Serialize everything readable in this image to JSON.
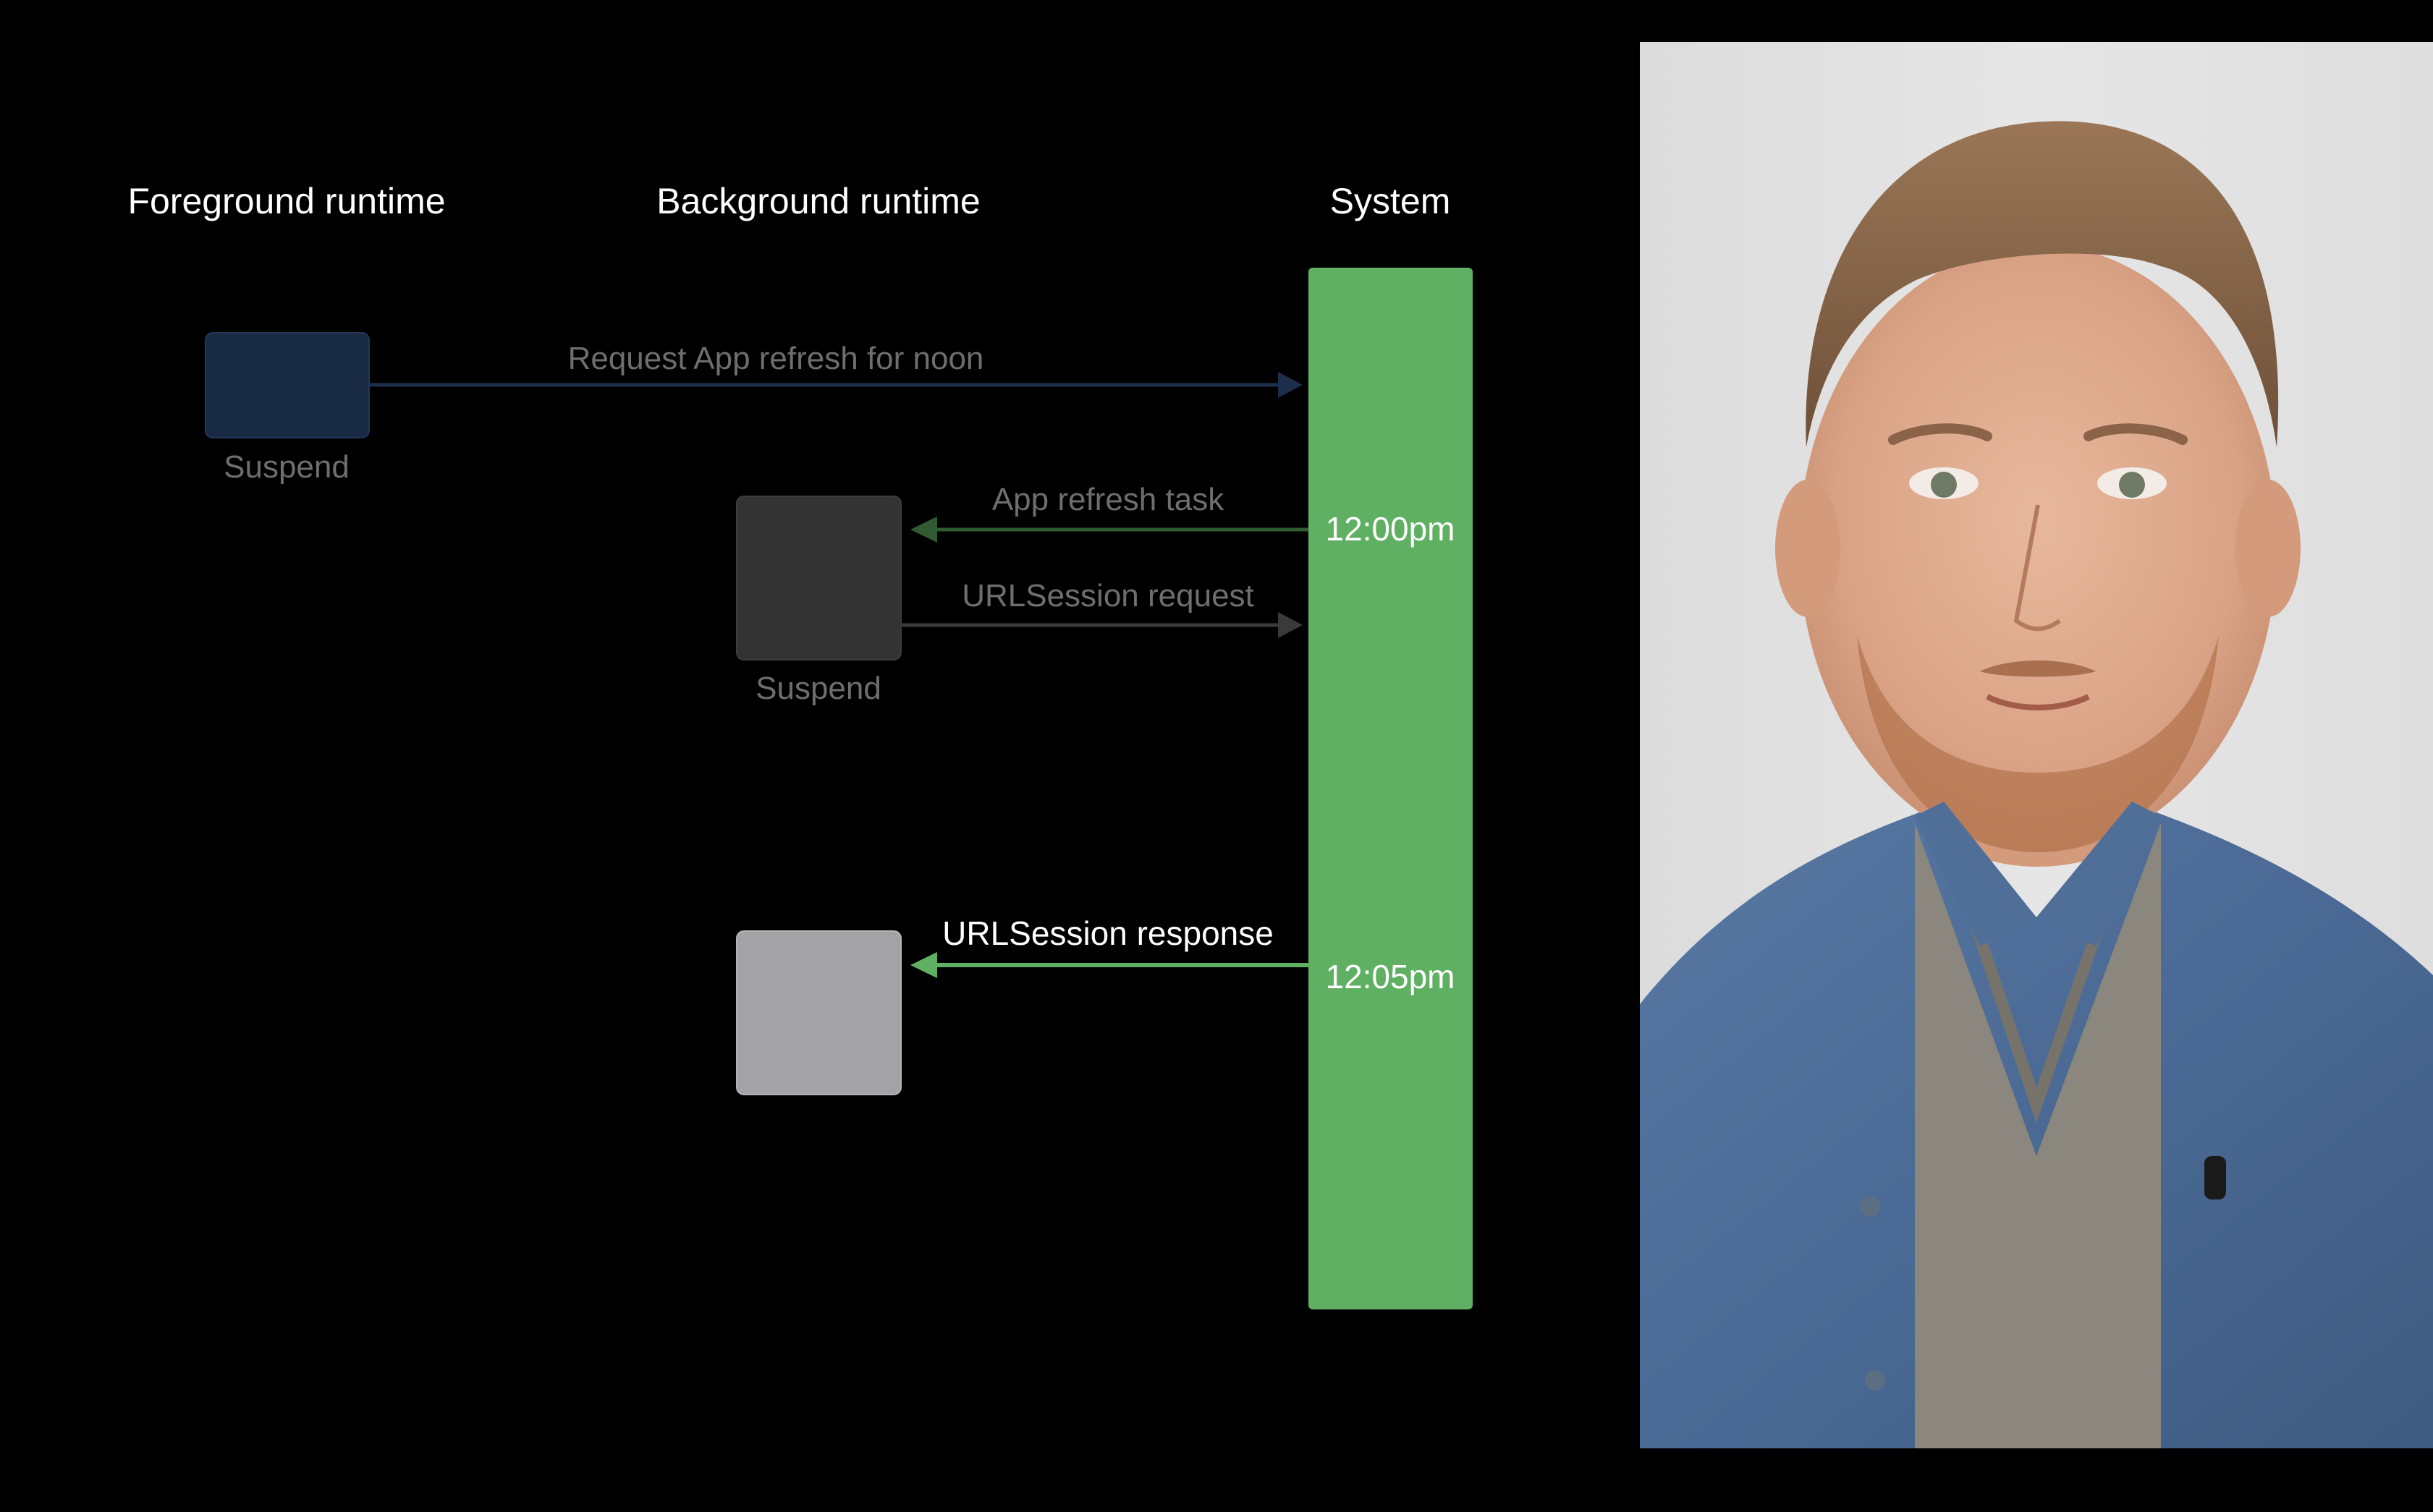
{
  "columns": {
    "foreground": "Foreground runtime",
    "background": "Background runtime",
    "system": "System"
  },
  "messages": {
    "request_refresh": "Request App refresh for noon",
    "app_refresh_task": "App refresh task",
    "urlsession_request": "URLSession request",
    "urlsession_response": "URLSession response"
  },
  "states": {
    "foreground_suspend": "Suspend",
    "background_suspend": "Suspend"
  },
  "times": {
    "noon": "12:00pm",
    "five_past": "12:05pm"
  },
  "colors": {
    "background": "#000000",
    "system_bar": "#5fb062",
    "foreground_box": "#192a45",
    "background_box_dim": "#333333",
    "background_box_active": "#a3a3a5",
    "dim_label": "#6e6e6e",
    "bright_label": "#ffffff"
  },
  "presenter": {
    "description_icon": "presenter-video-frame"
  }
}
